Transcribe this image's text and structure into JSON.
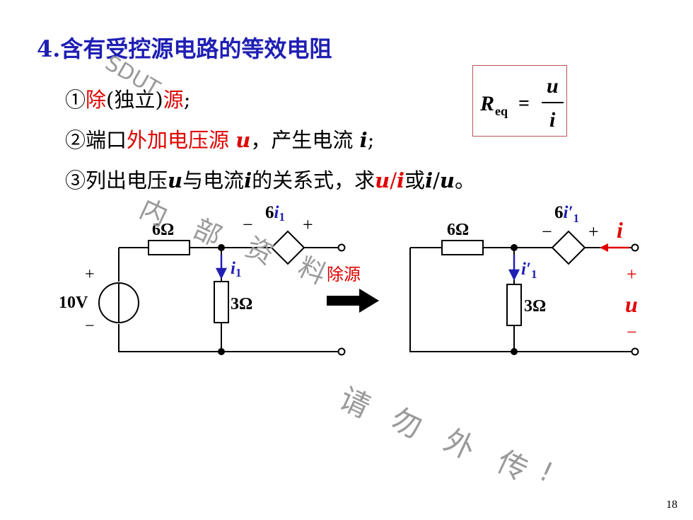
{
  "title": "4.含有受控源电路的等效电阻",
  "step1": {
    "a": "①",
    "b": "除",
    "c": "(独立)",
    "d": "源",
    "e": ";"
  },
  "step2": {
    "a": "②端口",
    "b": "外加电压源",
    "c": "u",
    "d": "，产生电流",
    "e": "i",
    "f": ";"
  },
  "step3": {
    "a": "③列出电压",
    "b": "u",
    "c": "与电流",
    "d": "i",
    "e": "的关系式，求",
    "f": "u",
    "g": "/",
    "h": "i",
    "i": "或",
    "j": "i",
    "k": "/",
    "l": "u",
    "m": "。"
  },
  "formula": {
    "lhs_R": "R",
    "lhs_sub": "eq",
    "eq": "=",
    "num": "u",
    "den": "i"
  },
  "left_circuit": {
    "r1": "6Ω",
    "r2": "3Ω",
    "source": "10V",
    "plus": "+",
    "minus": "−",
    "dep_minus": "−",
    "dep_plus": "+",
    "dep_coef": "6",
    "dep_var": "i",
    "dep_sub": "1",
    "i_var": "i",
    "i_sub": "1"
  },
  "arrow_label": "除源",
  "right_circuit": {
    "r1": "6Ω",
    "r2": "3Ω",
    "dep_minus": "−",
    "dep_plus": "+",
    "dep_coef": "6",
    "dep_var": "i′",
    "dep_sub": "1",
    "i_var": "i′",
    "i_sub": "1",
    "port_i": "i",
    "port_plus": "+",
    "port_u": "u",
    "port_minus": "−"
  },
  "watermarks": [
    "SDUT",
    "内",
    "部",
    "资",
    "料",
    "请",
    "勿",
    "外",
    "传",
    "!"
  ],
  "page_number": "18"
}
